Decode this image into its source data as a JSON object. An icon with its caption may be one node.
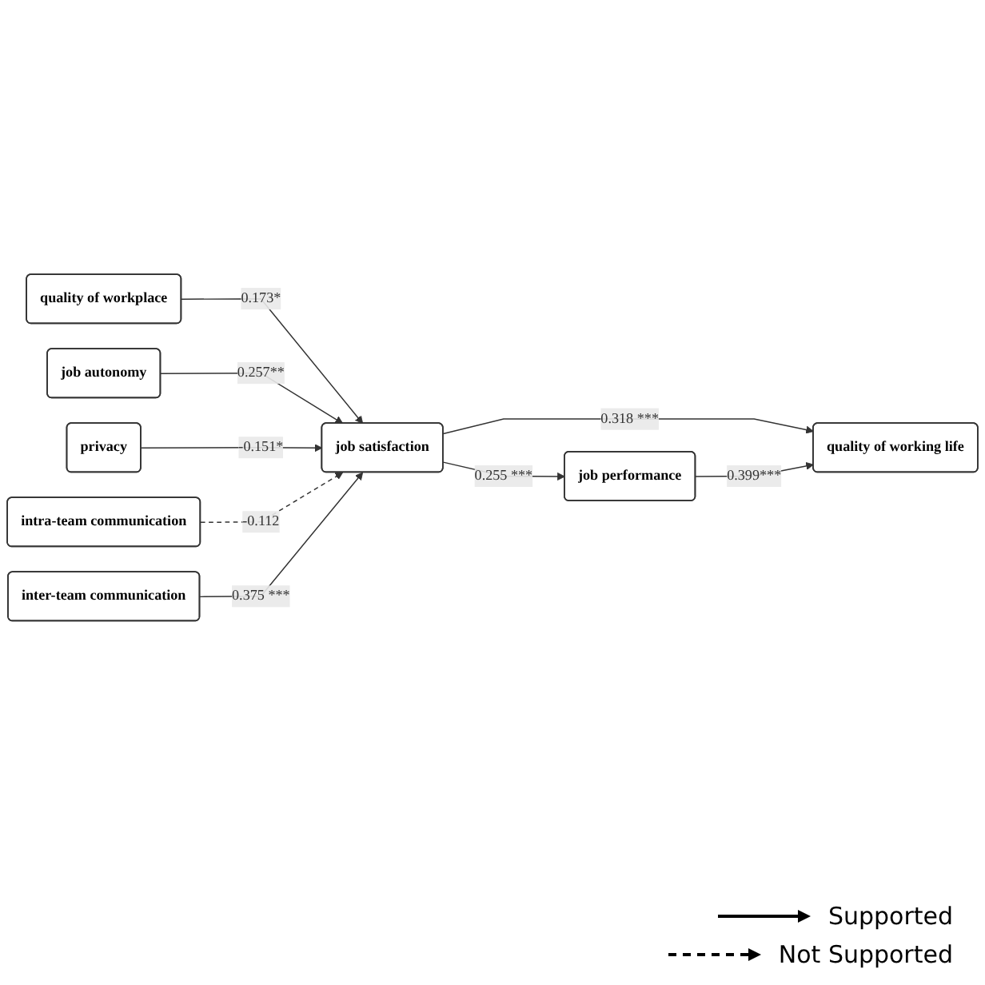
{
  "diagram": {
    "nodes": [
      {
        "text": [
          "quality of workplace"
        ]
      },
      {
        "text": [
          "job autonomy"
        ]
      },
      {
        "text": [
          "privacy"
        ]
      },
      {
        "text": [
          "intra-team communication"
        ]
      },
      {
        "text": [
          "inter-team communication"
        ]
      },
      {
        "text": [
          "job satisfaction"
        ]
      },
      {
        "text": [
          "job performance"
        ]
      },
      {
        "text": [
          "quality of working life"
        ]
      }
    ],
    "edges": [
      {
        "from": 0,
        "to": 5,
        "arrow": "to",
        "label": "0.173*"
      },
      {
        "from": 1,
        "to": 5,
        "arrow": "to",
        "label": "0.257**"
      },
      {
        "from": 2,
        "to": 5,
        "arrow": "to",
        "label": "-0.151*"
      },
      {
        "from": 3,
        "to": 5,
        "arrow": "to",
        "label": "-0.112",
        "style": "dashed"
      },
      {
        "from": 4,
        "to": 5,
        "arrow": "to",
        "label": "0.375 ***"
      },
      {
        "from": 5,
        "to": 6,
        "arrow": "to",
        "label": "0.255 ***"
      },
      {
        "from": 5,
        "to": 7,
        "arrow": "to",
        "label": "0.318 ***"
      },
      {
        "from": 6,
        "to": 7,
        "arrow": "to",
        "label": "0.399***"
      }
    ],
    "legend": [
      {
        "text": "Supported"
      },
      {
        "text": "Not Supported"
      }
    ]
  }
}
